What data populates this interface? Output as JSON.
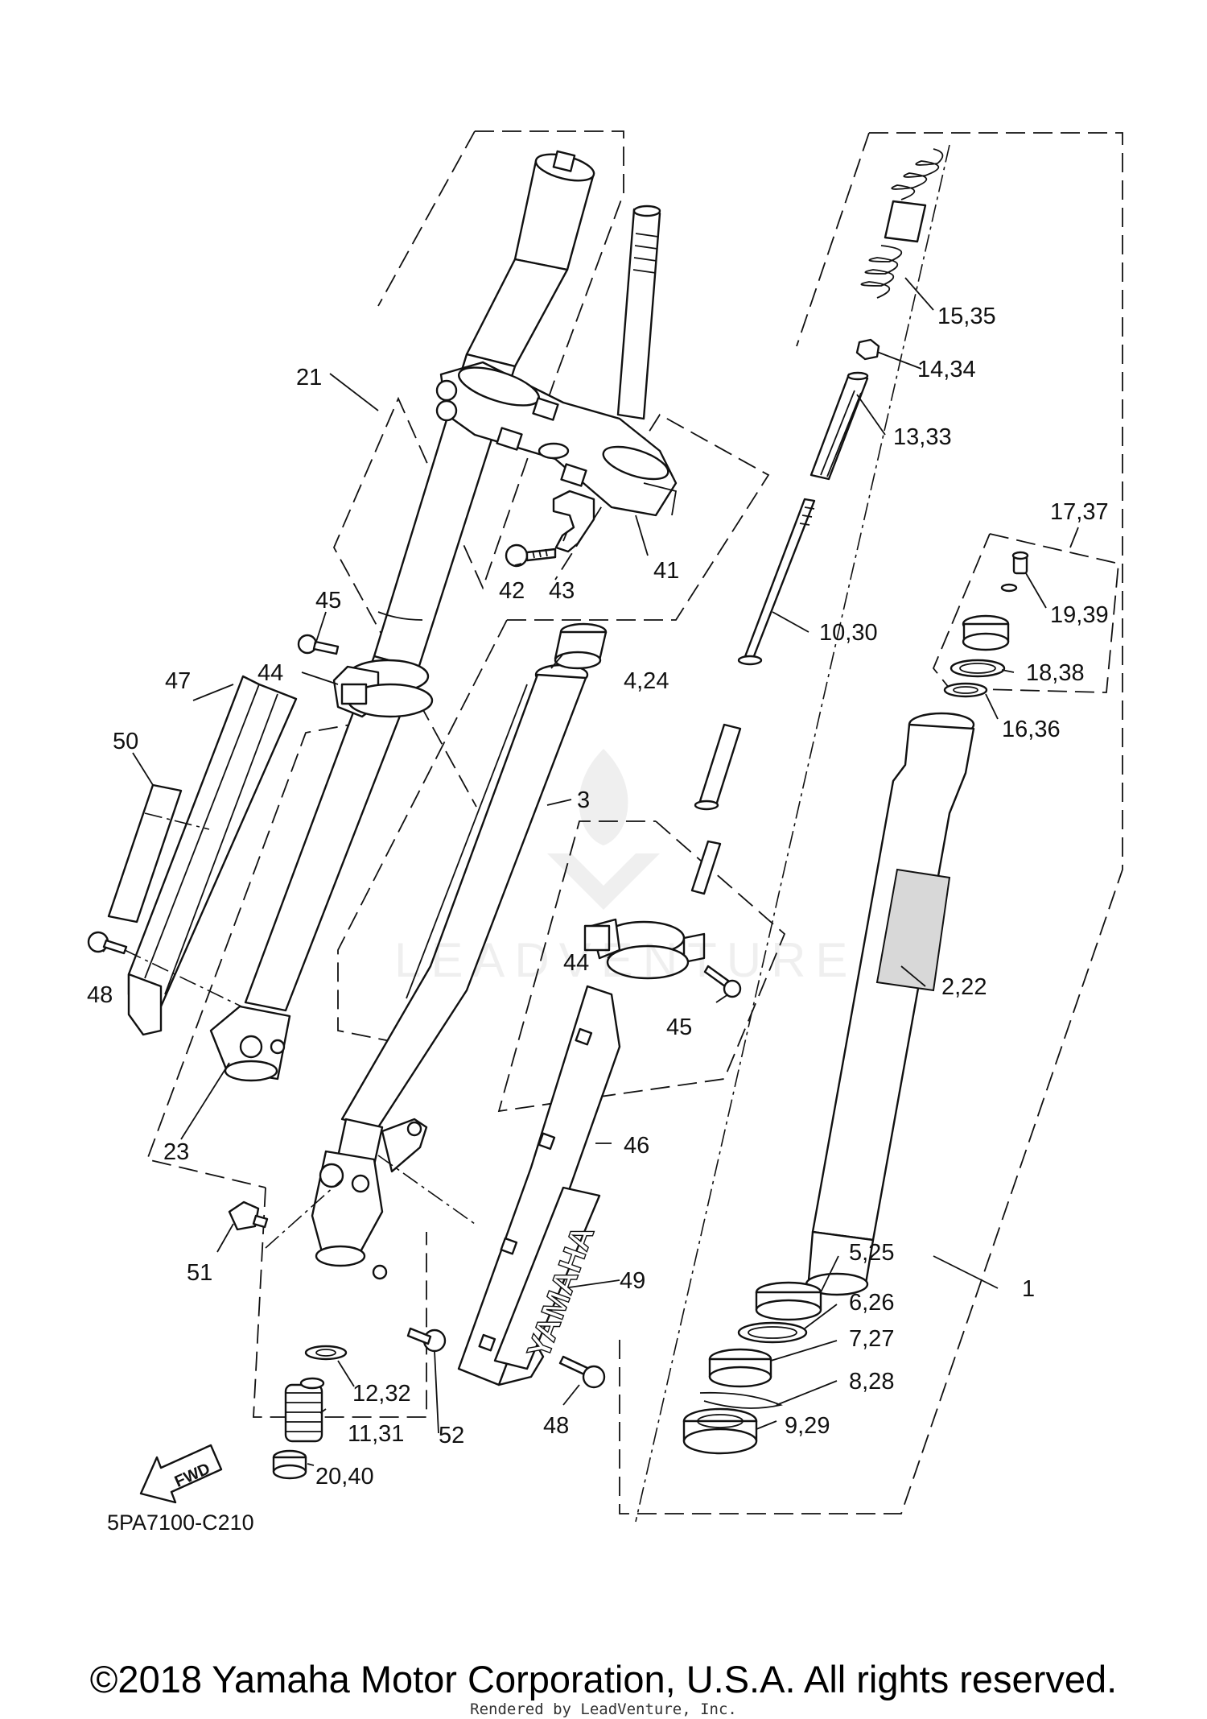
{
  "diagram": {
    "part_code": "5PA7100-C210",
    "fwd_label": "FWD",
    "brand_text": "YAMAHA",
    "callouts": [
      {
        "id": "c-1",
        "text": "1"
      },
      {
        "id": "c-2-22",
        "text": "2,22"
      },
      {
        "id": "c-3",
        "text": "3"
      },
      {
        "id": "c-4-24",
        "text": "4,24"
      },
      {
        "id": "c-5-25",
        "text": "5,25"
      },
      {
        "id": "c-6-26",
        "text": "6,26"
      },
      {
        "id": "c-7-27",
        "text": "7,27"
      },
      {
        "id": "c-8-28",
        "text": "8,28"
      },
      {
        "id": "c-9-29",
        "text": "9,29"
      },
      {
        "id": "c-10-30",
        "text": "10,30"
      },
      {
        "id": "c-11-31",
        "text": "11,31"
      },
      {
        "id": "c-12-32",
        "text": "12,32"
      },
      {
        "id": "c-13-33",
        "text": "13,33"
      },
      {
        "id": "c-14-34",
        "text": "14,34"
      },
      {
        "id": "c-15-35",
        "text": "15,35"
      },
      {
        "id": "c-16-36",
        "text": "16,36"
      },
      {
        "id": "c-17-37",
        "text": "17,37"
      },
      {
        "id": "c-18-38",
        "text": "18,38"
      },
      {
        "id": "c-19-39",
        "text": "19,39"
      },
      {
        "id": "c-20-40",
        "text": "20,40"
      },
      {
        "id": "c-21",
        "text": "21"
      },
      {
        "id": "c-23",
        "text": "23"
      },
      {
        "id": "c-41",
        "text": "41"
      },
      {
        "id": "c-42",
        "text": "42"
      },
      {
        "id": "c-43",
        "text": "43"
      },
      {
        "id": "c-44-top",
        "text": "44"
      },
      {
        "id": "c-44-mid",
        "text": "44"
      },
      {
        "id": "c-45-top",
        "text": "45"
      },
      {
        "id": "c-45-mid",
        "text": "45"
      },
      {
        "id": "c-46",
        "text": "46"
      },
      {
        "id": "c-47",
        "text": "47"
      },
      {
        "id": "c-48-left",
        "text": "48"
      },
      {
        "id": "c-48-bottom",
        "text": "48"
      },
      {
        "id": "c-49",
        "text": "49"
      },
      {
        "id": "c-50",
        "text": "50"
      },
      {
        "id": "c-51",
        "text": "51"
      },
      {
        "id": "c-52",
        "text": "52"
      }
    ]
  },
  "footer": {
    "copyright": "©2018 Yamaha Motor Corporation, U.S.A. All rights reserved.",
    "rendered_by": "Rendered by LeadVenture, Inc."
  },
  "watermark": {
    "text": "LEADVENTURE"
  }
}
